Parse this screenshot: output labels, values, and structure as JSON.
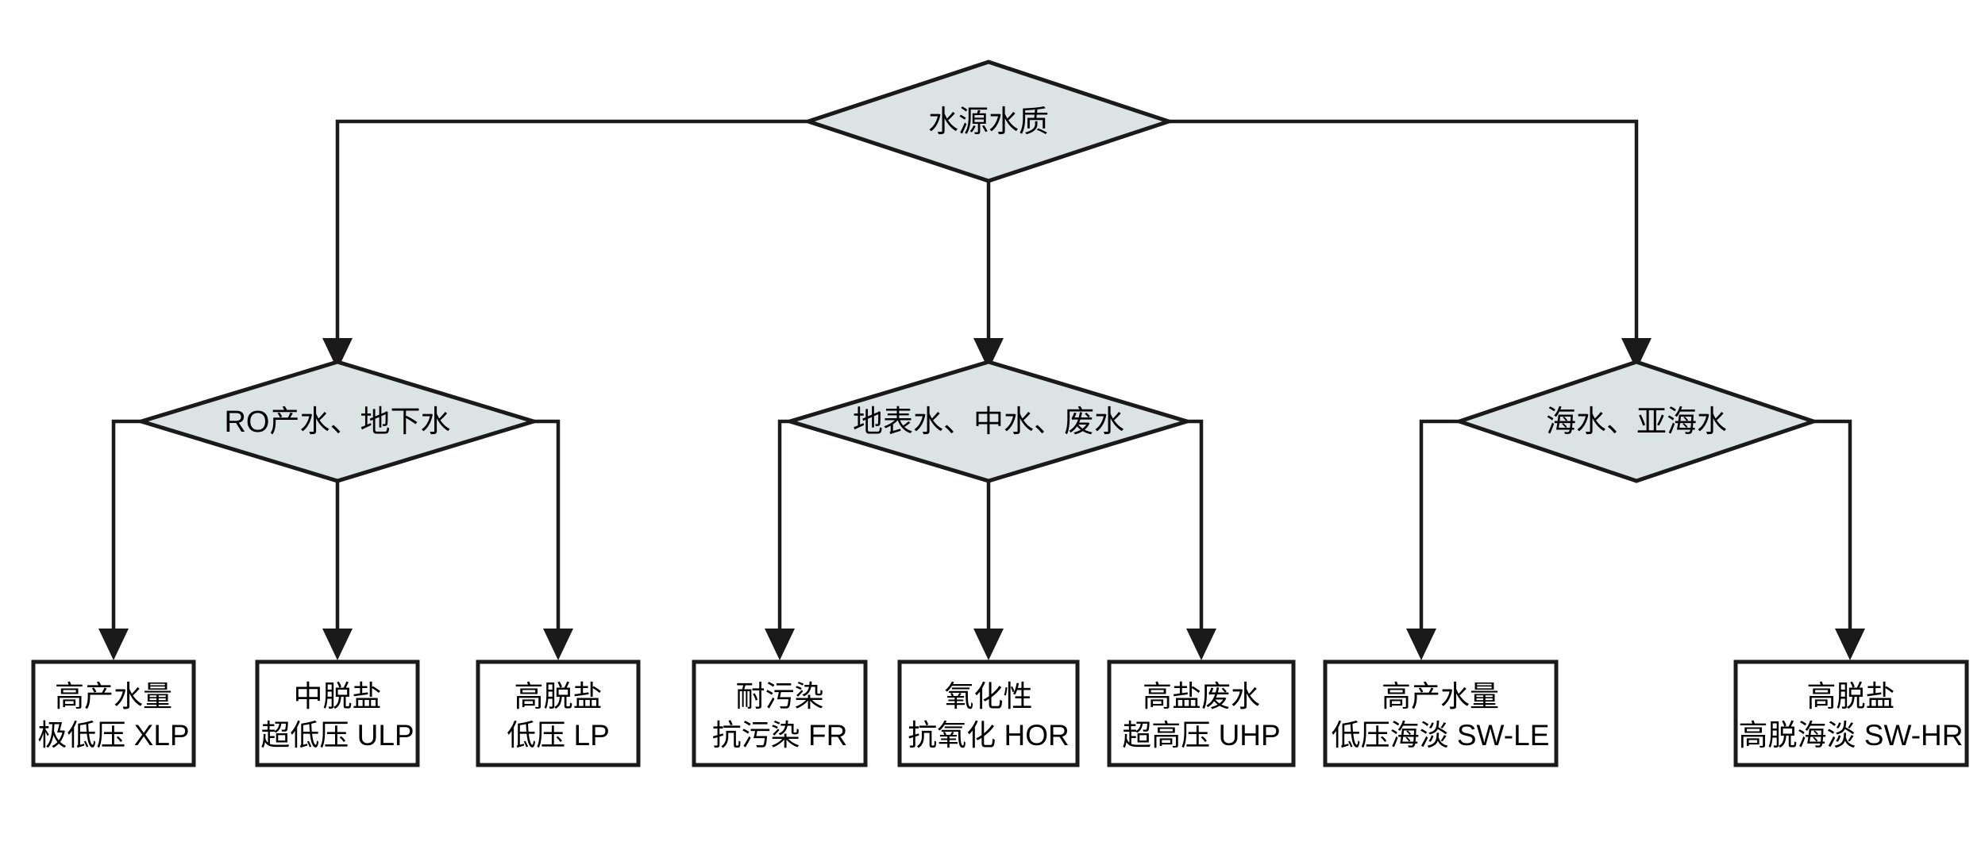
{
  "diagram": {
    "type": "decision-tree-flowchart",
    "orientation": "top-down",
    "colors": {
      "decision_fill": "#dbe3e3",
      "terminal_fill": "#ffffff",
      "stroke": "#1a1a1a",
      "text": "#000000",
      "background": "#ffffff"
    },
    "root": {
      "id": "root",
      "shape": "diamond",
      "label": "水源水质"
    },
    "branches": [
      {
        "id": "branch-ro-groundwater",
        "shape": "diamond",
        "label": "RO产水、地下水",
        "leaves": [
          {
            "id": "leaf-xlp",
            "shape": "rectangle",
            "line1": "高产水量",
            "line2": "极低压 XLP"
          },
          {
            "id": "leaf-ulp",
            "shape": "rectangle",
            "line1": "中脱盐",
            "line2": "超低压 ULP"
          },
          {
            "id": "leaf-lp",
            "shape": "rectangle",
            "line1": "高脱盐",
            "line2": "低压 LP"
          }
        ]
      },
      {
        "id": "branch-surface-reclaimed-waste",
        "shape": "diamond",
        "label": "地表水、中水、废水",
        "leaves": [
          {
            "id": "leaf-fr",
            "shape": "rectangle",
            "line1": "耐污染",
            "line2": "抗污染 FR"
          },
          {
            "id": "leaf-hor",
            "shape": "rectangle",
            "line1": "氧化性",
            "line2": "抗氧化 HOR"
          },
          {
            "id": "leaf-uhp",
            "shape": "rectangle",
            "line1": "高盐废水",
            "line2": "超高压 UHP"
          }
        ]
      },
      {
        "id": "branch-seawater",
        "shape": "diamond",
        "label": "海水、亚海水",
        "leaves": [
          {
            "id": "leaf-sw-le",
            "shape": "rectangle",
            "line1": "高产水量",
            "line2": "低压海淡 SW-LE"
          },
          {
            "id": "leaf-sw-hr",
            "shape": "rectangle",
            "line1": "高脱盐",
            "line2": "高脱海淡 SW-HR"
          }
        ]
      }
    ]
  }
}
